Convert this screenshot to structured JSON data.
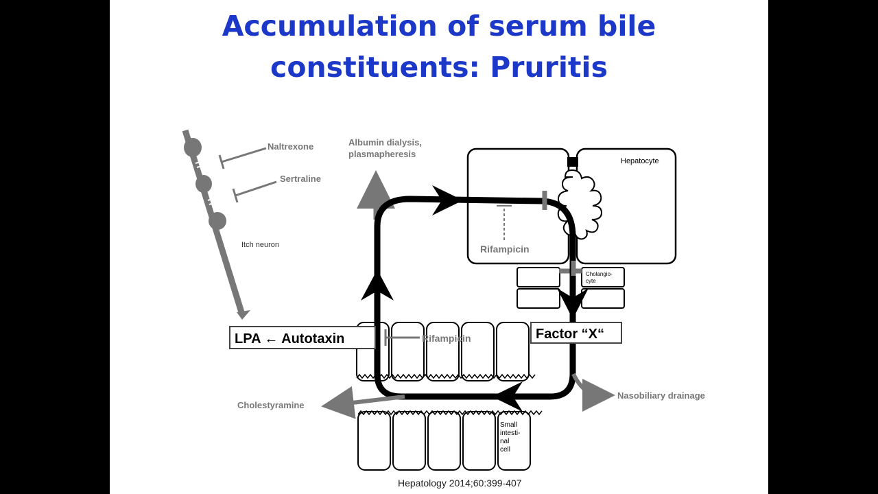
{
  "slide": {
    "title_line1": "Accumulation of serum bile",
    "title_line2": "constituents: Pruritis",
    "citation": "Hepatology 2014;60:399-407"
  },
  "diagram": {
    "labels": {
      "naltrexone": "Naltrexone",
      "sertraline": "Sertraline",
      "itch_neuron": "Itch neuron",
      "albumin_line1": "Albumin dialysis,",
      "albumin_line2": "plasmapheresis",
      "hepatocyte": "Hepatocyte",
      "rifampicin_top": "Rifampicin",
      "cholangiocyte_line1": "Cholangio-",
      "cholangiocyte_line2": "cyte",
      "lpa_autotaxin": "LPA ← Autotaxin",
      "rifampicin_mid": "Rifampicin",
      "factor_x": "Factor “X“",
      "nasobiliary": "Nasobiliary drainage",
      "cholestyramine": "Cholestyramine",
      "small_line1": "Small",
      "small_line2": "intesti-",
      "small_line3": "nal",
      "small_line4": "cell"
    },
    "colors": {
      "arrow": "#111111",
      "gray": "#777777",
      "title": "#1c38c8"
    }
  }
}
